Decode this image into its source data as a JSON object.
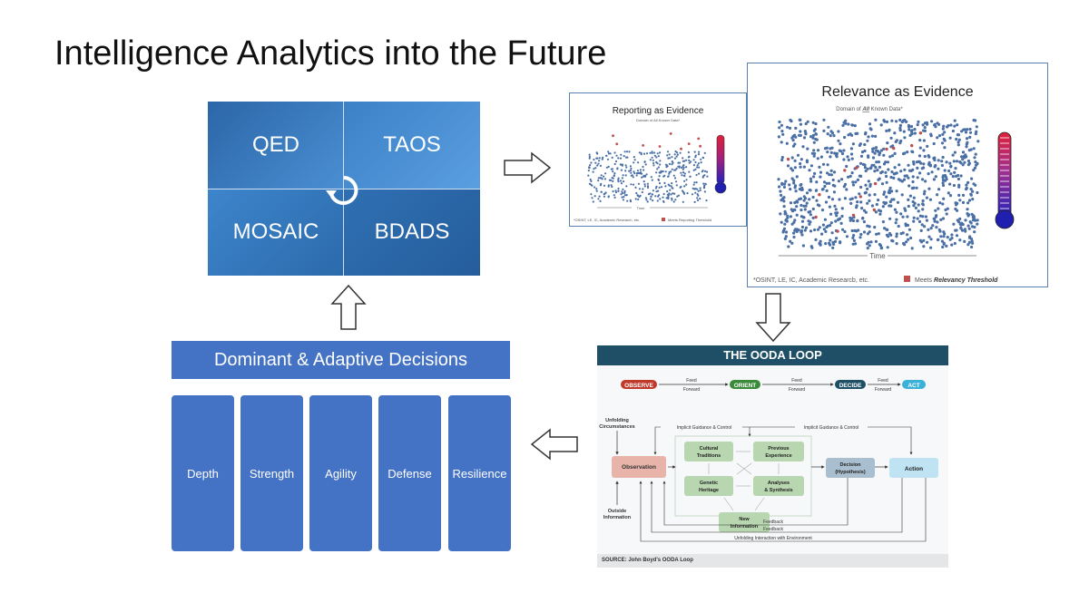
{
  "title": "Intelligence Analytics into the Future",
  "quad": {
    "tl": "QED",
    "tr": "TAOS",
    "bl": "MOSAIC",
    "br": "BDADS"
  },
  "chart_small": {
    "title": "Reporting as Evidence",
    "subtitle": "Domain of All Known Data*",
    "time": "Time",
    "footnote": "*OSINT, LE, IC, Academic Research, etc.",
    "legend": "Meets Reporting Threshold"
  },
  "chart_large": {
    "title": "Relevance as Evidence",
    "subtitle_pre": "Domain of ",
    "subtitle_em": "All",
    "subtitle_post": " Known Data*",
    "time": "Time",
    "footnote": "*OSINT, LE, IC, Academic Researcb, etc.",
    "legend_pre": "Meets ",
    "legend_em": "Relevancy Threshold"
  },
  "ooda": {
    "title": "THE OODA LOOP",
    "stages": [
      "OBSERVE",
      "ORIENT",
      "DECIDE",
      "ACT"
    ],
    "feed_forward": "Feed\nForward",
    "unfolding": "Unfolding\nCircumstances",
    "implicit1": "Implicit Guidance & Control",
    "implicit2": "Implicit Guidance & Control",
    "observation": "Observation",
    "outside": "Outside\nInformation",
    "cultural": "Cultural\nTraditions",
    "previous": "Previous\nExperience",
    "genetic": "Genetic\nHeritage",
    "analyses": "Analyses\n& Synthesis",
    "new_info": "New\nInformation",
    "decision": "Decision\n(Hypothesis)",
    "action": "Action",
    "feedback1": "Feedback",
    "feedback2": "Feedback",
    "unfolding_interaction": "Unfolding Interaction with Environment",
    "source": "SOURCE: John Boyd's OODA Loop",
    "colors": {
      "observe": "#c0392b",
      "orient": "#3a8a3a",
      "decide": "#1f4f66",
      "act": "#3bb0d8"
    }
  },
  "decisions": {
    "header": "Dominant & Adaptive Decisions",
    "pillars": [
      "Depth",
      "Strength",
      "Agility",
      "Defense",
      "Resilience"
    ]
  },
  "colors": {
    "accent": "#4472c4",
    "dot": "#4a6fa5",
    "highlight": "#c0504d"
  }
}
